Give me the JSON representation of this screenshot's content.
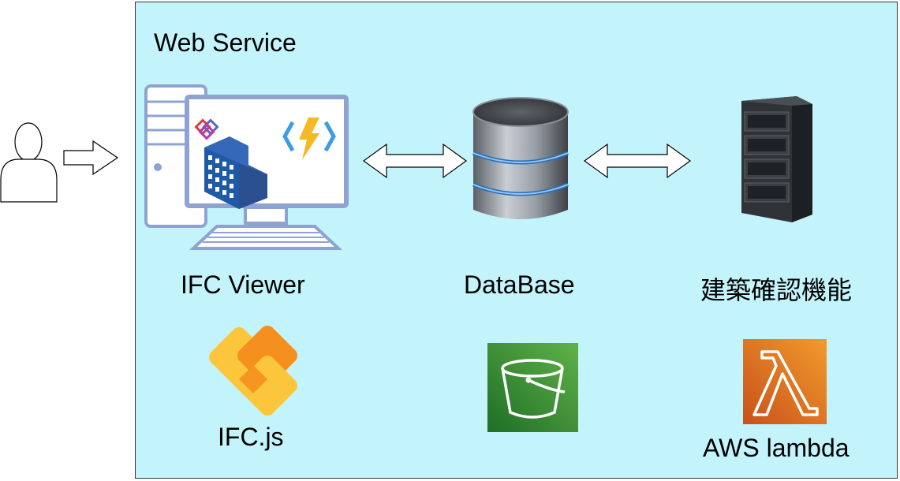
{
  "service": {
    "title": "Web Service"
  },
  "components": {
    "viewer": {
      "label": "IFC Viewer"
    },
    "database": {
      "label": "DataBase"
    },
    "checker": {
      "label": "建築確認機能"
    }
  },
  "tech": {
    "ifcjs": {
      "label": "IFC.js"
    },
    "s3": {
      "label": ""
    },
    "lambda": {
      "label": "AWS lambda"
    }
  },
  "colors": {
    "service_bg": "#c4f4fb",
    "monitor_frame": "#8fa3d3",
    "building": "#1f5aa6",
    "ifcjs_yellow": "#fcc63c",
    "ifcjs_orange": "#f58f1e",
    "s3_green": "#3d8c2a",
    "lambda_orange": "#e8771d"
  },
  "icons": [
    "user-icon",
    "arrow-right-icon",
    "computer-icon",
    "database-icon",
    "server-icon",
    "ifcjs-logo-icon",
    "s3-bucket-icon",
    "lambda-icon",
    "bidirectional-arrow-icon"
  ]
}
